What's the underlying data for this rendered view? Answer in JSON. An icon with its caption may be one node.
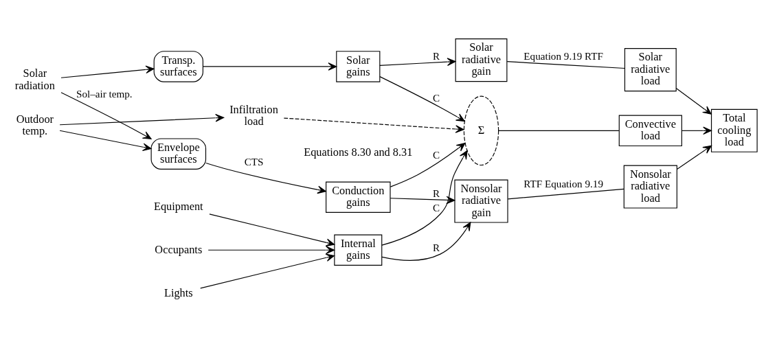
{
  "diagram": {
    "nodes": [
      {
        "text": [
          "Solar radiation"
        ]
      },
      {
        "text": [
          "Outdoor temp."
        ]
      },
      {
        "text": [
          "Infiltration load"
        ]
      },
      {
        "text": [
          "Envelope surfaces"
        ]
      },
      {
        "text": [
          "Transp. surfaces"
        ]
      },
      {
        "text": [
          "Conduction gains"
        ]
      },
      {
        "text": [
          "Solar gains"
        ]
      },
      {
        "text": [
          "Lights"
        ]
      },
      {
        "text": [
          "Equipment"
        ]
      },
      {
        "text": [
          "Occupants"
        ]
      },
      {
        "text": [
          "Internal gains"
        ]
      },
      {
        "text": [
          "Solar radiative gain"
        ]
      },
      {
        "text": [
          "Σ"
        ]
      },
      {
        "text": [
          "Nonsolar radiative gain"
        ]
      },
      {
        "text": [
          "Solar radiative load"
        ]
      },
      {
        "text": [
          "Convective load"
        ]
      },
      {
        "text": [
          "Nonsolar radiative load"
        ]
      },
      {
        "text": [
          "Total cooling load"
        ]
      }
    ],
    "edges": [
      {
        "from": 1,
        "to": 2,
        "arrow": "to"
      },
      {
        "from": 1,
        "to": 3,
        "arrow": "to"
      },
      {
        "from": 0,
        "to": 3,
        "arrow": "to",
        "label": "Sol–air temp."
      },
      {
        "from": 0,
        "to": 4,
        "arrow": "to"
      },
      {
        "from": 2,
        "to": 12,
        "arrow": "to",
        "style": "dashed"
      },
      {
        "from": 3,
        "to": 5,
        "arrow": "to",
        "label": "CTS"
      },
      {
        "from": 4,
        "to": 6,
        "arrow": "to"
      },
      {
        "from": 5,
        "to": 12,
        "arrow": "to",
        "label": "C"
      },
      {
        "from": 5,
        "to": 13,
        "arrow": "to",
        "label": "R"
      },
      {
        "from": 6,
        "to": 11,
        "arrow": "to",
        "label": "R"
      },
      {
        "from": 6,
        "to": 12,
        "arrow": "to",
        "label": "C"
      },
      {
        "from": 7,
        "to": 10,
        "arrow": "to"
      },
      {
        "from": 8,
        "to": 10,
        "arrow": "to"
      },
      {
        "from": 9,
        "to": 10,
        "arrow": "to"
      },
      {
        "from": 10,
        "to": 12,
        "arrow": "to",
        "label": "C"
      },
      {
        "from": 10,
        "to": 13,
        "arrow": "to",
        "label": "R"
      },
      {
        "from": 11,
        "to": 14,
        "arrow": "none",
        "label": "Equation 9.19 RTF"
      },
      {
        "from": 12,
        "to": 15,
        "arrow": "none"
      },
      {
        "from": 13,
        "to": 16,
        "arrow": "none",
        "label": "RTF Equation 9.19"
      },
      {
        "from": 14,
        "to": 17,
        "arrow": "to"
      },
      {
        "from": 15,
        "to": 17,
        "arrow": "to"
      },
      {
        "from": 16,
        "to": 17,
        "arrow": "to"
      }
    ],
    "labels": [
      "Equations 8.30 and 8.31"
    ]
  }
}
